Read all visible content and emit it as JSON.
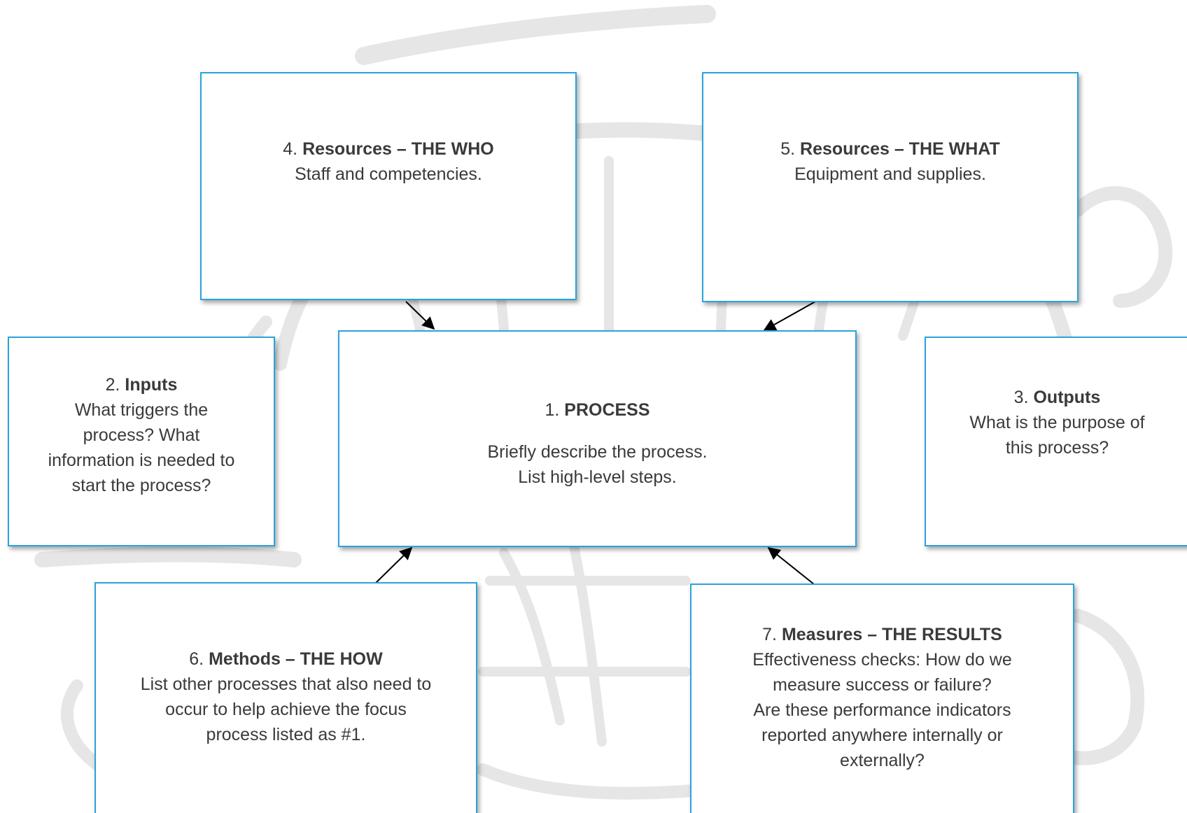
{
  "diagram": {
    "colors": {
      "box_border": "#2aa3db",
      "text": "#3a3a3a",
      "arrow": "#000000",
      "background_art": "#e6e6e6"
    },
    "boxes": {
      "process": {
        "number": "1.",
        "title": "PROCESS",
        "line1": "Briefly describe the process.",
        "line2": "List high-level steps."
      },
      "inputs": {
        "number": "2.",
        "title": "Inputs",
        "line1": "What triggers the",
        "line2": "process? What",
        "line3": "information is needed to",
        "line4": "start the process?"
      },
      "outputs": {
        "number": "3.",
        "title": "Outputs",
        "line1": "What is the purpose of",
        "line2": "this process?"
      },
      "resources_who": {
        "number": "4.",
        "title": "Resources – THE WHO",
        "line1": "Staff and competencies."
      },
      "resources_what": {
        "number": "5.",
        "title": "Resources – THE WHAT",
        "line1": "Equipment and supplies."
      },
      "methods": {
        "number": "6.",
        "title": "Methods – THE HOW",
        "line1": "List other processes that also need to",
        "line2": "occur to help achieve the focus",
        "line3": "process listed as #1."
      },
      "measures": {
        "number": "7.",
        "title": "Measures – THE RESULTS",
        "line1": "Effectiveness checks: How do we",
        "line2": "measure success or failure?",
        "line3": "Are these performance indicators",
        "line4": "reported anywhere internally or",
        "line5": "externally?"
      }
    }
  }
}
